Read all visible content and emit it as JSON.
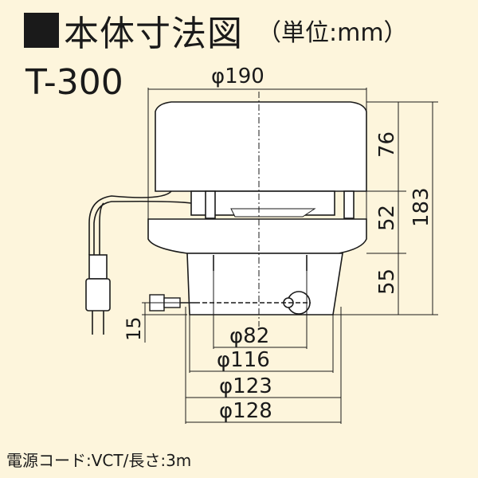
{
  "title": "本体寸法図",
  "unit_note": "（単位:mm）",
  "model": "T-300",
  "footer_note": "電源コード:VCT/長さ:3m",
  "dimensions": {
    "d190": "φ190",
    "d82": "φ82",
    "d116": "φ116",
    "d123": "φ123",
    "d128": "φ128",
    "h76": "76",
    "h52": "52",
    "h55": "55",
    "h183": "183",
    "h15": "15"
  },
  "colors": {
    "background": "#FDF5DC",
    "line": "#1a1a1a",
    "body_fill": "#FFFFFF"
  }
}
